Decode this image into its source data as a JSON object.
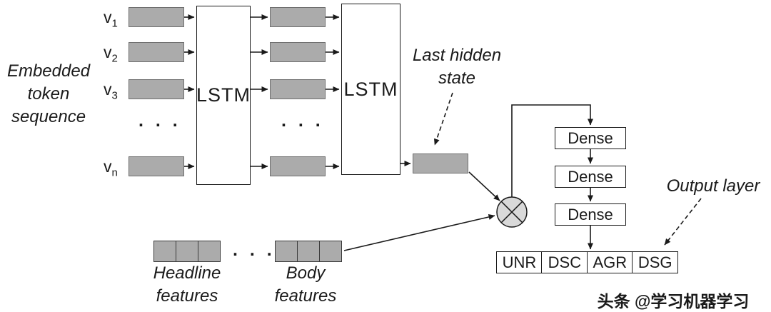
{
  "diagram": {
    "embedded_label": {
      "line1": "Embedded",
      "line2": "token",
      "line3": "sequence"
    },
    "tokens": [
      {
        "base": "v",
        "sub": "1"
      },
      {
        "base": "v",
        "sub": "2"
      },
      {
        "base": "v",
        "sub": "3"
      },
      {
        "base": "v",
        "sub": "n"
      }
    ],
    "ellipsis": ". . .",
    "lstm1_label": "LSTM",
    "lstm2_label": "LSTM",
    "last_hidden_label": {
      "line1": "Last hidden",
      "line2": "state"
    },
    "dense_labels": [
      "Dense",
      "Dense",
      "Dense"
    ],
    "output_label": "Output layer",
    "output_cells": [
      "UNR",
      "DSC",
      "AGR",
      "DSG"
    ],
    "headline_label": {
      "line1": "Headline",
      "line2": "features"
    },
    "body_label": {
      "line1": "Body",
      "line2": "features"
    },
    "watermark": "头条 @学习机器学习",
    "colors": {
      "box_gray": "#ababab",
      "line": "#1a1a1a",
      "combine_circle_fill": "#d9d9d9"
    }
  }
}
